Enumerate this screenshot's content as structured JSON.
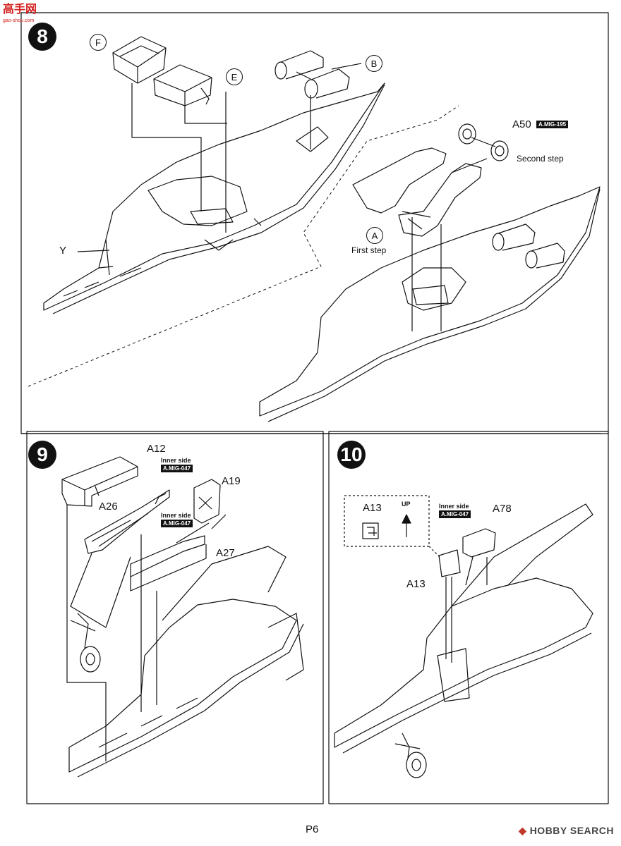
{
  "watermark": {
    "text": "高手网",
    "sub": "gao-shou.com"
  },
  "steps": {
    "s8": {
      "number": "8",
      "parts": {
        "F": "F",
        "E": "E",
        "B": "B",
        "A": "A",
        "Y": "Y",
        "A50": "A50"
      },
      "paint_a50": "A.MIG-195",
      "first_step": "First step",
      "second_step": "Second step"
    },
    "s9": {
      "number": "9",
      "parts": {
        "A12": "A12",
        "A26": "A26",
        "A19": "A19",
        "A27": "A27"
      },
      "inner_side_1": "Inner side",
      "paint_1": "A.MIG-047",
      "inner_side_2": "Inner side",
      "paint_2": "A.MIG-047"
    },
    "s10": {
      "number": "10",
      "inset_part": "A13",
      "up": "UP",
      "part_a13": "A13",
      "part_a78": "A78",
      "inner_side": "Inner side",
      "paint": "A.MIG-047"
    }
  },
  "footer": {
    "page": "P6",
    "brand_mark": "◆",
    "brand": "HOBBY SEARCH"
  }
}
